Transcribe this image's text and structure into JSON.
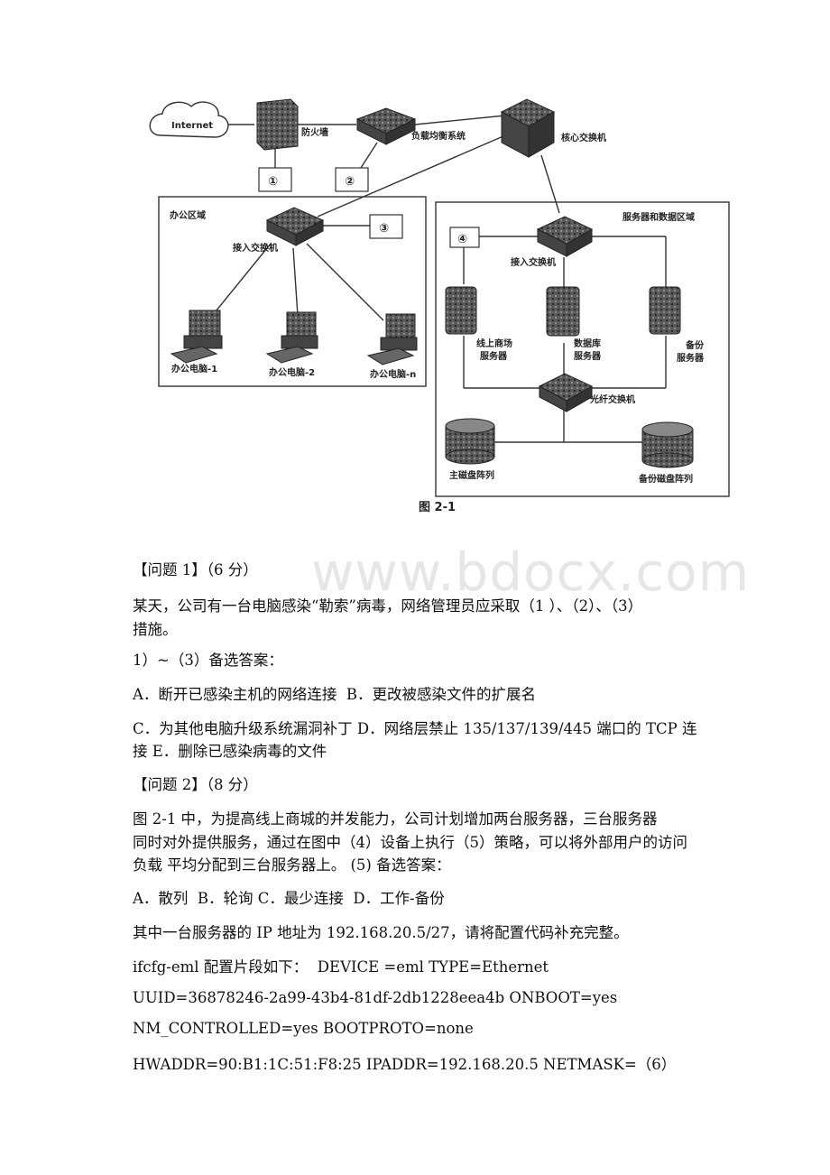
{
  "diagram": {
    "caption": "图 2-1",
    "internet": "Internet",
    "firewall": "防火墙",
    "load_balancer": "负载均衡系统",
    "core_switch": "核心交换机",
    "office_zone": "办公区域",
    "server_zone": "服务器和数据区域",
    "office_access_switch": "接入交换机",
    "server_access_switch": "接入交换机",
    "pc1": "办公电脑-1",
    "pc2": "办公电脑-2",
    "pcn": "办公电脑-n",
    "server_mall_line1": "线上商场",
    "server_mall_line2": "服务器",
    "server_db_line1": "数据库",
    "server_db_line2": "服务器",
    "server_backup_line1": "备份",
    "server_backup_line2": "服务器",
    "fiber_switch": "光纤交换机",
    "main_disk": "主磁盘阵列",
    "backup_disk": "备份磁盘阵列",
    "markers": [
      "①",
      "②",
      "③",
      "④"
    ]
  },
  "watermark": "www.bdocx.com",
  "text": {
    "q1_title": "【问题 1】（6 分）",
    "q1_line1": "某天，公司有一台电脑感染“勒索”病毒，网络管理员应采取（1 ）、（2）、（3）",
    "q1_line2": "措施。",
    "q1_options_title": "1）~（3）备选答案：",
    "q1_opt_ab": "A．断开已感染主机的网络连接  B．更改被感染文件的扩展名",
    "q1_opt_cd": "C．为其他电脑升级系统漏洞补丁 D．网络层禁止 135/137/139/445 端口的 TCP 连",
    "q1_opt_e": "接 E．删除已感染病毒的文件",
    "q2_title": "【问题 2】（8 分）",
    "q2_line1": "图 2-1 中，为提高线上商城的并发能力，公司计划增加两台服务器，三台服务器",
    "q2_line2": "同时对外提供服务，通过在图中（4）设备上执行（5）策略，可以将外部用户的访问",
    "q2_line3": "负载 平均分配到三台服务器上。 (5) 备选答案：",
    "q2_options": "A．散列  B．轮询 C．最少连接  D．工作-备份",
    "q2_ip": "其中一台服务器的 IP 地址为 192.168.20.5/27，请将配置代码补充完整。",
    "cfg1": "ifcfg-eml 配置片段如下：  DEVICE =eml TYPE=Ethernet",
    "cfg2": "UUID=36878246-2a99-43b4-81df-2db1228eea4b ONBOOT=yes",
    "cfg3": "NM_CONTROLLED=yes BOOTPROTO=none",
    "cfg4": "HWADDR=90:B1:1C:51:F8:25 IPADDR=192.168.20.5 NETMASK=（6）"
  }
}
